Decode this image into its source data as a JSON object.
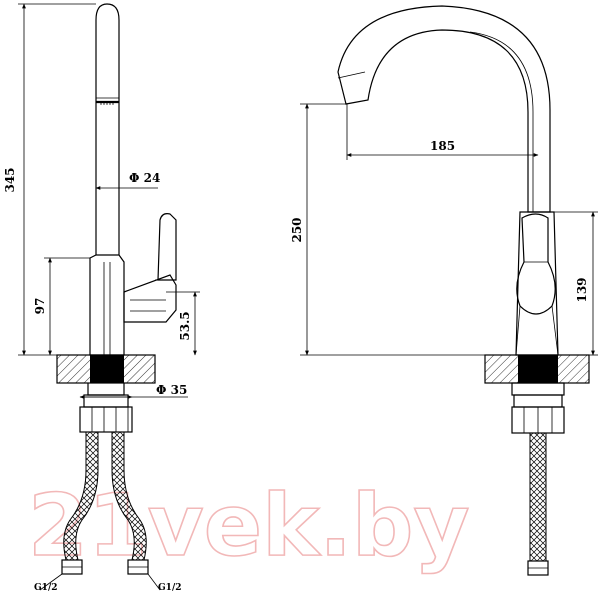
{
  "dimensions": {
    "height_total": "345",
    "spout_diameter": "Φ 24",
    "base_height": "97",
    "handle_height": "53.5",
    "base_diameter": "Φ 35",
    "reach": "185",
    "spout_height": "250",
    "handle_top_height": "139"
  },
  "connections": {
    "left": "G1/2",
    "right": "G1/2"
  },
  "watermark": "21vek.by"
}
